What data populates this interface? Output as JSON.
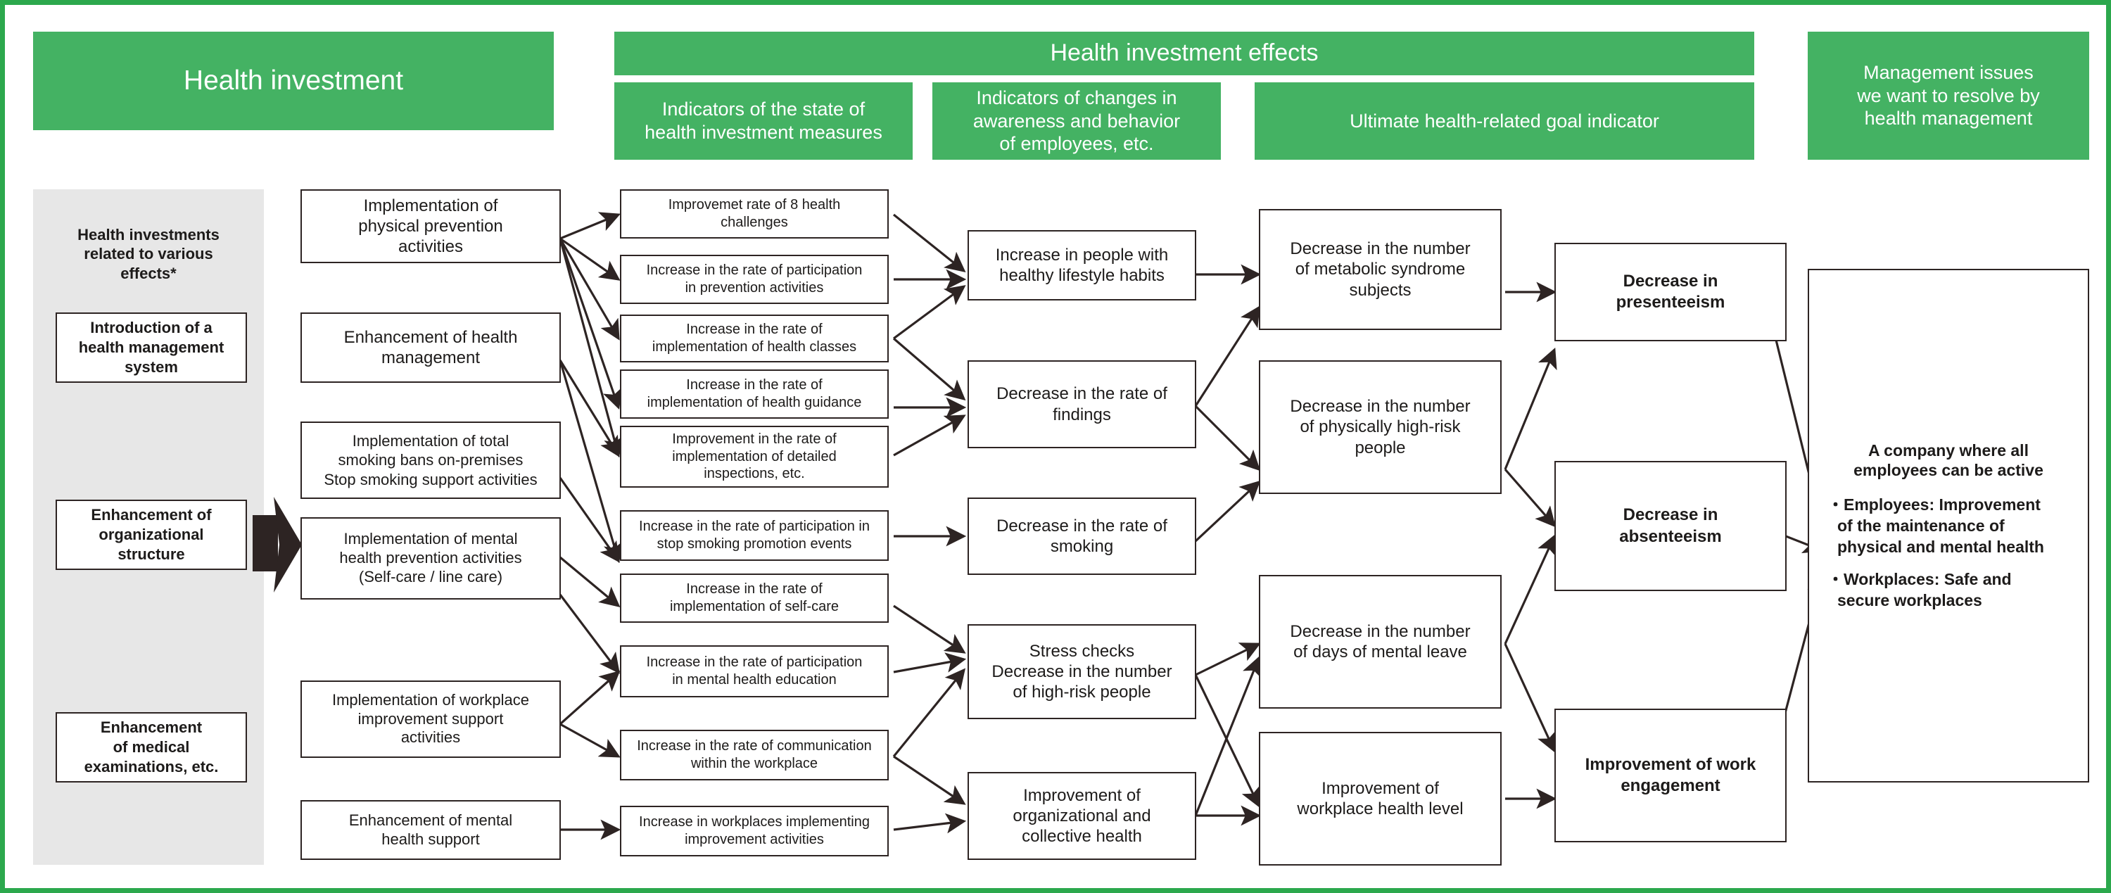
{
  "colors": {
    "frame_green": "#2ca84d",
    "banner_green": "#44b263",
    "panel_grey": "#e7e7e7",
    "box_border": "#2d2423",
    "text": "#1d1b1a"
  },
  "headers": {
    "health_investment": "Health investment",
    "health_investment_effects": "Health investment effects",
    "col_measures": "Indicators of the state of\nhealth investment measures",
    "col_awareness": "Indicators of changes in\nawareness and behavior\nof employees, etc.",
    "col_goal": "Ultimate health-related goal indicator",
    "col_management": "Management issues\nwe want to resolve by\nhealth management"
  },
  "sidebar": {
    "title": "Health investments\nrelated to various\neffects*",
    "items": [
      {
        "label": "Introduction of a\nhealth management\nsystem"
      },
      {
        "label": "Enhancement of\norganizational\nstructure"
      },
      {
        "label": "Enhancement\nof medical\nexaminations, etc."
      }
    ]
  },
  "measures": [
    {
      "label": "Implementation of\nphysical prevention\nactivities"
    },
    {
      "label": "Enhancement of health\nmanagement"
    },
    {
      "label": "Implementation of total\nsmoking bans on-premises\nStop smoking support activities"
    },
    {
      "label": "Implementation of mental\nhealth prevention activities\n(Self-care / line care)"
    },
    {
      "label": "Implementation of workplace\nimprovement support\nactivities"
    },
    {
      "label": "Enhancement of mental\nhealth support"
    }
  ],
  "measure_indicators": [
    {
      "label": "Improvemet rate of 8 health\nchallenges"
    },
    {
      "label": "Increase in the rate of participation\nin prevention activities"
    },
    {
      "label": "Increase in the rate of\nimplementation of health classes"
    },
    {
      "label": "Increase in the rate of\nimplementation of health guidance"
    },
    {
      "label": "Improvement in the rate of\nimplementation of detailed\ninspections, etc."
    },
    {
      "label": "Increase in the rate of participation in\nstop smoking promotion events"
    },
    {
      "label": "Increase in the rate of\nimplementation of self-care"
    },
    {
      "label": "Increase in the rate of participation\nin mental health education"
    },
    {
      "label": "Increase in the rate of communication\nwithin the workplace"
    },
    {
      "label": "Increase in workplaces implementing\nimprovement activities"
    }
  ],
  "awareness_indicators": [
    {
      "label": "Increase in people with\nhealthy lifestyle habits"
    },
    {
      "label": "Decrease in the rate of\nfindings"
    },
    {
      "label": "Decrease in the rate of\nsmoking"
    },
    {
      "label": "Stress checks\nDecrease in the number\nof high-risk people"
    },
    {
      "label": "Improvement of\norganizational and\ncollective health"
    }
  ],
  "goal_indicators": [
    {
      "label": "Decrease in the number\nof metabolic syndrome\nsubjects"
    },
    {
      "label": "Decrease in the number\nof physically high-risk\npeople"
    },
    {
      "label": "Decrease in the number\nof days of mental leave"
    },
    {
      "label": "Improvement of\nworkplace health level"
    }
  ],
  "outcomes": [
    {
      "label": "Decrease in\npresenteeism"
    },
    {
      "label": "Decrease in\nabsenteeism"
    },
    {
      "label": "Improvement of work\nengagement"
    }
  ],
  "goal": {
    "title": "A company where all\nemployees can be active",
    "bullets": [
      "・Employees: Improvement\n   of the maintenance of\n   physical and mental health",
      "・Workplaces: Safe and\n   secure workplaces"
    ]
  }
}
